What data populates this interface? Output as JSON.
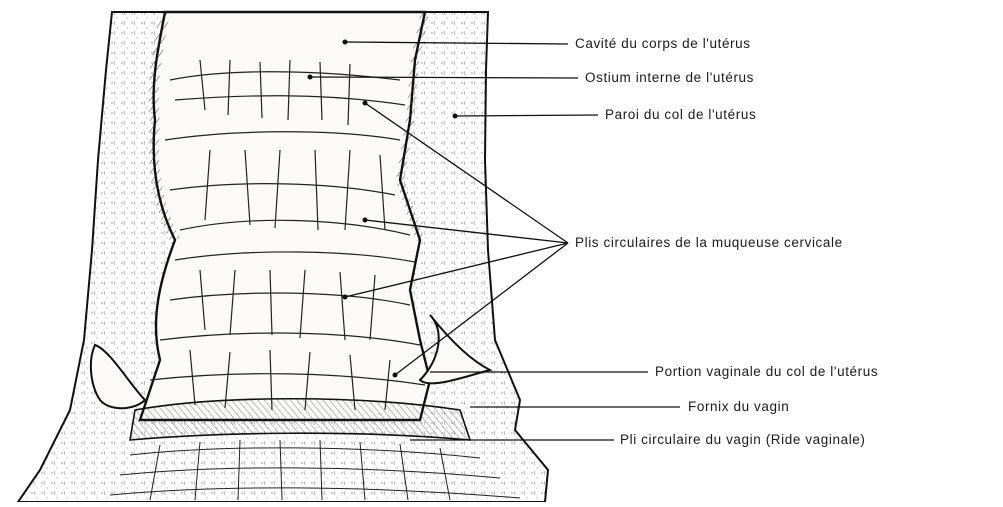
{
  "figure": {
    "labels": [
      {
        "id": "cavite",
        "text": "Cavité du corps de l'utérus"
      },
      {
        "id": "ostium",
        "text": "Ostium interne de l'utérus"
      },
      {
        "id": "paroi",
        "text": "Paroi du col de l'utérus"
      },
      {
        "id": "plis",
        "text": "Plis circulaires de la muqueuse cervicale"
      },
      {
        "id": "portion",
        "text": "Portion vaginale du col de l'utérus"
      },
      {
        "id": "fornix",
        "text": "Fornix du vagin"
      },
      {
        "id": "pli-vagin",
        "text": "Pli circulaire du vagin (Ride vaginale)"
      }
    ]
  },
  "colors": {
    "ink": "#1a1a1a",
    "paper": "#ffffff",
    "tissue": "#f7f5f1"
  }
}
